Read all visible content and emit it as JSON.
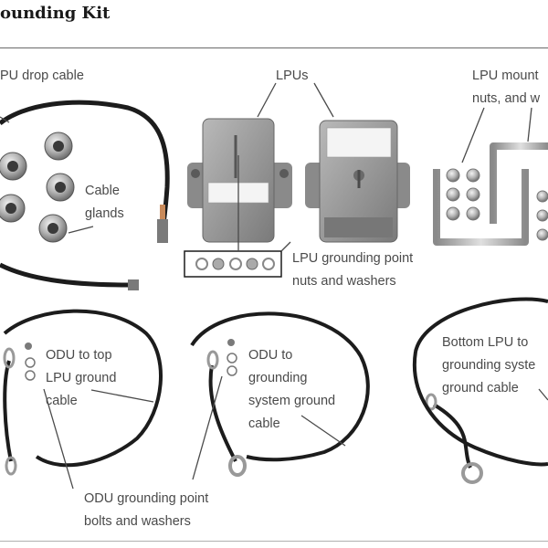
{
  "page": {
    "title": "ounding Kit"
  },
  "labels": {
    "lpu_drop_cable": "PU drop cable",
    "lpus": "LPUs",
    "lpu_mount_line1": "LPU mount",
    "lpu_mount_line2": "nuts, and w",
    "cable_glands_line1": "Cable",
    "cable_glands_line2": "glands",
    "lpu_grounding_nuts_line1": "LPU grounding point",
    "lpu_grounding_nuts_line2": "nuts and washers",
    "odu_top_lpu_line1": "ODU to top",
    "odu_top_lpu_line2": "LPU ground",
    "odu_top_lpu_line3": "cable",
    "odu_system_line1": "ODU to",
    "odu_system_line2": "grounding",
    "odu_system_line3": "system ground",
    "odu_system_line4": "cable",
    "bottom_lpu_line1": "Bottom LPU to",
    "bottom_lpu_line2": "grounding syste",
    "bottom_lpu_line3": "ground cable",
    "odu_bolts_line1": "ODU grounding point",
    "odu_bolts_line2": "bolts and washers"
  },
  "colors": {
    "label_text": "#4a4a4a",
    "title_text": "#1a1a1a",
    "cable": "#1c1c1c",
    "metal": "#a8a8a8",
    "housing": "#8e8e8e"
  }
}
